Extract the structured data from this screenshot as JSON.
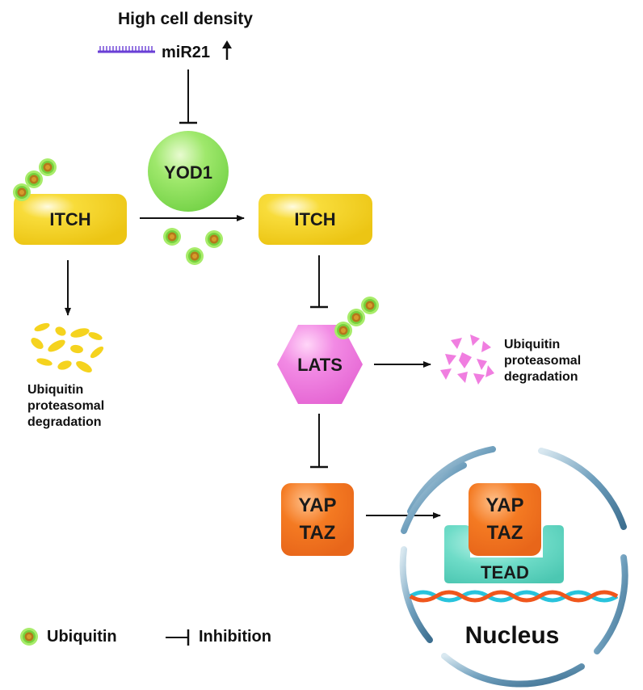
{
  "header": {
    "title": "High cell density",
    "mir": "miR21"
  },
  "nodes": {
    "itch_left": "ITCH",
    "yod1": "YOD1",
    "itch_right": "ITCH",
    "lats": "LATS",
    "yap_out": "YAP",
    "taz_out": "TAZ",
    "yap_in": "YAP",
    "taz_in": "TAZ",
    "tead": "TEAD",
    "nucleus": "Nucleus"
  },
  "degradation_left": [
    "Ubiquitin",
    "proteasomal",
    "degradation"
  ],
  "degradation_right": [
    "Ubiquitin",
    "proteasomal",
    "degradation"
  ],
  "legend": {
    "ubiquitin": "Ubiquitin",
    "inhibition": "Inhibition"
  },
  "colors": {
    "itch": "#f5d31e",
    "yod1": "#8ee35c",
    "lats": "#f07ee0",
    "yap_taz": "#f47a22",
    "tead": "#5fd6c2",
    "ubiquitin_ring": "#8ddc44",
    "ubiquitin_core": "#b07c1a",
    "mirna": "#6a3fd6",
    "nucleus_ring": "#5f93b3"
  },
  "icons": [
    "ubiquitin-icon",
    "mirna-icon",
    "up-arrow-icon",
    "inhibition-icon"
  ]
}
